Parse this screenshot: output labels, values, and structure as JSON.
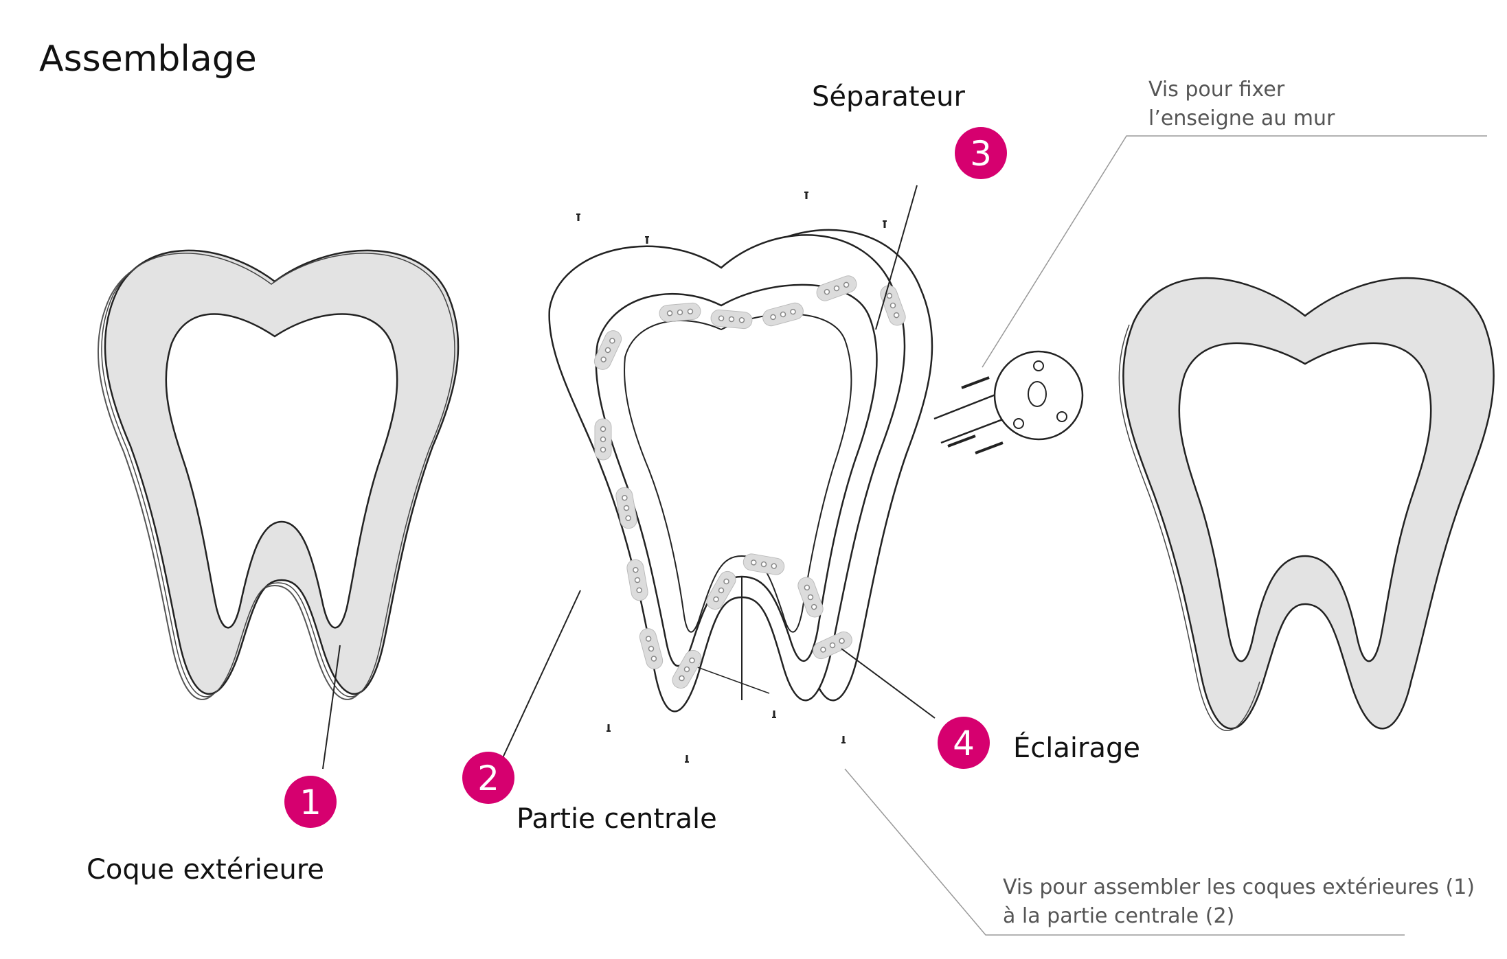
{
  "title": "Assemblage",
  "labels": {
    "separateur": "Séparateur",
    "eclairage": "Éclairage",
    "partie_centrale": "Partie centrale",
    "coque_exterieure": "Coque extérieure"
  },
  "badges": [
    "1",
    "2",
    "3",
    "4"
  ],
  "notes": {
    "wall_screws": [
      "Vis pour fixer",
      "l’enseigne au mur"
    ],
    "assembly_screws": [
      "Vis pour assembler les coques extérieures (1)",
      "à la partie centrale (2)"
    ]
  },
  "colors": {
    "badge": "#d6006f",
    "shell_fill": "#e3e3e3",
    "stroke": "#222222",
    "leader": "#999999"
  }
}
